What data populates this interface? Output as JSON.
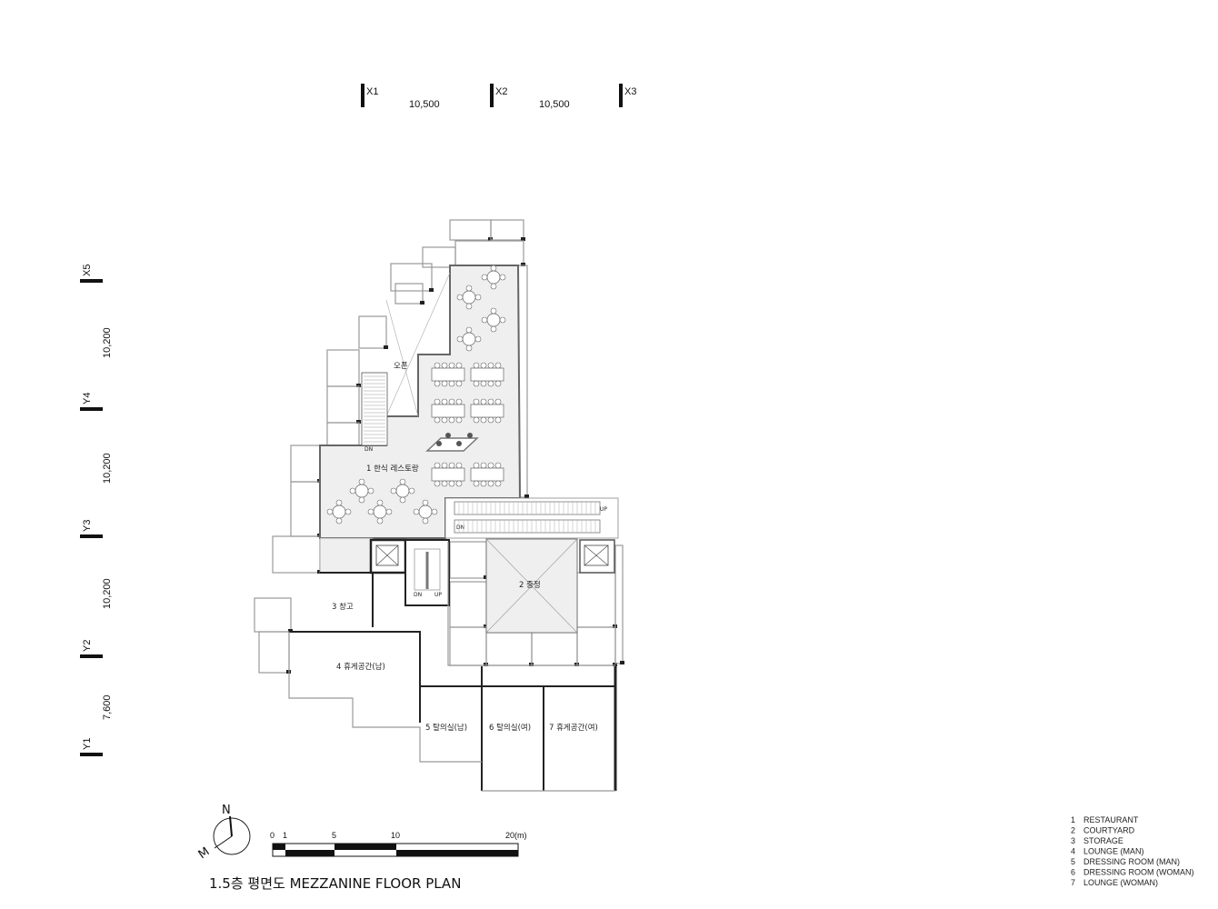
{
  "grid_axes": {
    "top": [
      {
        "label": "X1"
      },
      {
        "label": "X2"
      },
      {
        "label": "X3"
      }
    ],
    "top_spacings": [
      "10,500",
      "10,500"
    ],
    "left": [
      {
        "label": "X5"
      },
      {
        "label": "Y4"
      },
      {
        "label": "Y3"
      },
      {
        "label": "Y2"
      },
      {
        "label": "Y1"
      }
    ],
    "left_spacings": [
      "10,200",
      "10,200",
      "10,200",
      "7,600"
    ]
  },
  "rooms": {
    "open": "오픈",
    "restaurant": "1 한식 레스토랑",
    "courtyard": "2 중정",
    "storage": "3 창고",
    "lounge_man": "4 휴게공간(남)",
    "dressing_man": "5 탈의실(남)",
    "dressing_woman": "6 탈의실(여)",
    "lounge_woman": "7 휴게공간(여)"
  },
  "stair_marks": {
    "dn1": "DN",
    "up_escalator": "UP",
    "dn_escalator": "DN",
    "dn2": "DN",
    "up2": "UP"
  },
  "north_arrow": {
    "n": "N",
    "m": "M"
  },
  "scale_bar": {
    "ticks": [
      "0",
      "1",
      "5",
      "10",
      "20(m)"
    ]
  },
  "title": "1.5층 평면도 MEZZANINE FLOOR PLAN",
  "legend": [
    {
      "num": "1",
      "label": "RESTAURANT"
    },
    {
      "num": "2",
      "label": "COURTYARD"
    },
    {
      "num": "3",
      "label": "STORAGE"
    },
    {
      "num": "4",
      "label": "LOUNGE (MAN)"
    },
    {
      "num": "5",
      "label": "DRESSING ROOM (MAN)"
    },
    {
      "num": "6",
      "label": "DRESSING ROOM (WOMAN)"
    },
    {
      "num": "7",
      "label": "LOUNGE (WOMAN)"
    }
  ]
}
